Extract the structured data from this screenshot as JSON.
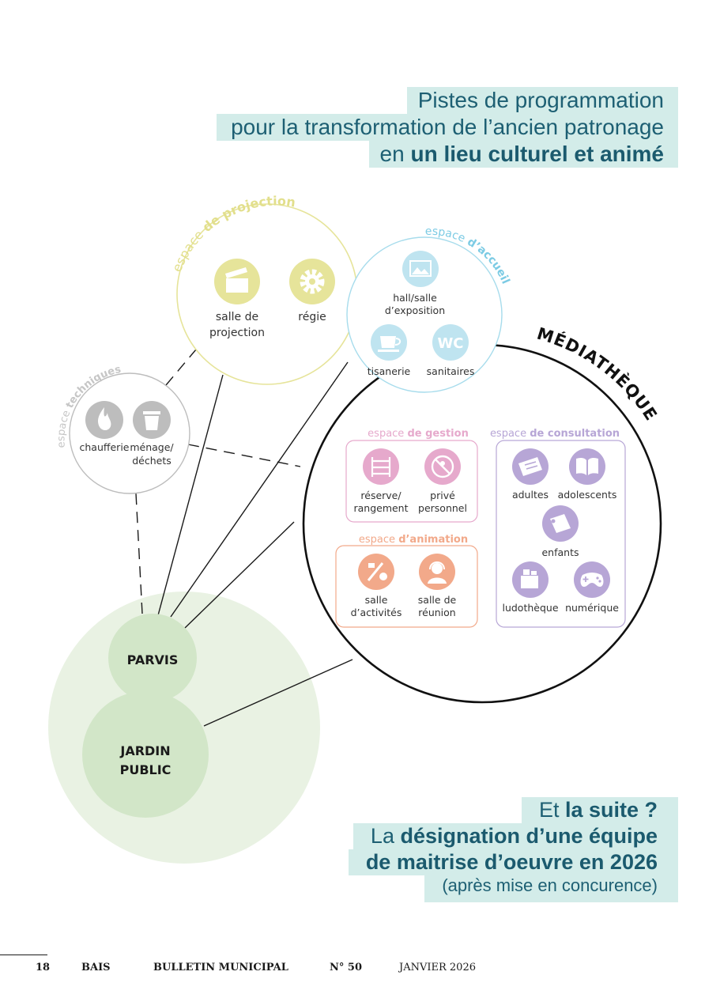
{
  "title": {
    "line1": "Pistes de programmation",
    "line2": "pour la transformation de l’ancien patronage",
    "line3_prefix": "en ",
    "line3_bold": "un lieu culturel et animé"
  },
  "colors": {
    "teal_bg": "#d3ece9",
    "teal_text": "#1d5f73",
    "projection": "#e6e49a",
    "accueil": "#a7dcec",
    "techniques": "#bdbdbd",
    "gestion": "#e6a9cc",
    "consultation": "#b7a6d6",
    "animation": "#f2a98a",
    "green": "#dcebd3"
  },
  "diagram": {
    "projection": {
      "label_prefix": "espace ",
      "label_bold": "de projection",
      "items": [
        {
          "icon": "clapperboard-icon",
          "label1": "salle de",
          "label2": "projection"
        },
        {
          "icon": "gear-icon",
          "label1": "régie",
          "label2": ""
        }
      ]
    },
    "accueil": {
      "label_prefix": "espace ",
      "label_bold": "d’accueil",
      "items": [
        {
          "icon": "picture-icon",
          "label1": "hall/salle",
          "label2": "d’exposition"
        },
        {
          "icon": "cup-icon",
          "label1": "tisanerie",
          "label2": ""
        },
        {
          "icon": "wc-icon",
          "label1": "sanitaires",
          "label2": "",
          "glyph": "WC"
        }
      ]
    },
    "techniques": {
      "label_prefix": "espace ",
      "label_bold": "techniques",
      "items": [
        {
          "icon": "flame-icon",
          "label1": "chaufferie",
          "label2": ""
        },
        {
          "icon": "trash-icon",
          "label1": "ménage/",
          "label2": "déchets"
        }
      ]
    },
    "mediatheque": {
      "label": "MÉDIATHÈQUE",
      "gestion": {
        "label_prefix": "espace ",
        "label_bold": "de gestion",
        "items": [
          {
            "icon": "shelves-icon",
            "label1": "réserve/",
            "label2": "rangement"
          },
          {
            "icon": "no-entry-icon",
            "label1": "privé",
            "label2": "personnel"
          }
        ]
      },
      "consultation": {
        "label_prefix": "espace ",
        "label_bold": "de consultation",
        "items": [
          {
            "icon": "newspaper-icon",
            "label1": "adultes",
            "label2": ""
          },
          {
            "icon": "open-book-icon",
            "label1": "adolescents",
            "label2": ""
          },
          {
            "icon": "picture-book-icon",
            "label1": "enfants",
            "label2": ""
          },
          {
            "icon": "game-box-icon",
            "label1": "ludothèque",
            "label2": ""
          },
          {
            "icon": "gamepad-icon",
            "label1": "numérique",
            "label2": ""
          }
        ]
      },
      "animation": {
        "label_prefix": "espace ",
        "label_bold": "d’animation",
        "items": [
          {
            "icon": "paint-tools-icon",
            "label1": "salle",
            "label2": "d’activités"
          },
          {
            "icon": "headset-person-icon",
            "label1": "salle de",
            "label2": "réunion"
          }
        ]
      }
    },
    "parvis": "PARVIS",
    "jardin1": "JARDIN",
    "jardin2": "PUBLIC"
  },
  "conclusion": {
    "line1_prefix": "Et ",
    "line1_bold": "la suite ?",
    "line2_prefix": "La ",
    "line2_bold": "désignation d’une équipe",
    "line3_bold": "de maitrise d’oeuvre en 2026",
    "line4": "(après mise en concurence)"
  },
  "footer": {
    "page": "18",
    "town": "BAIS",
    "publication": "BULLETIN MUNICIPAL",
    "issue": "N° 50",
    "date": "JANVIER 2026"
  }
}
